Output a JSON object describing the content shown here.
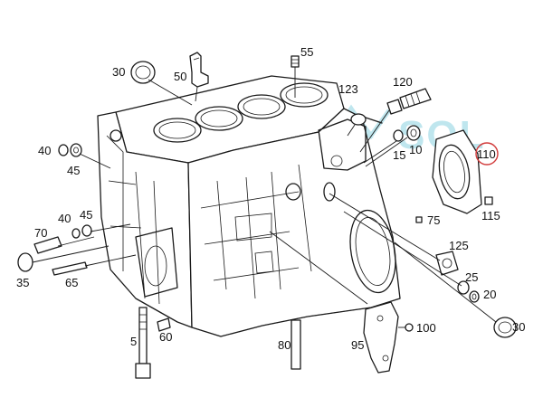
{
  "colors": {
    "line": "#1a1a1a",
    "watermark": "#bfe6ee",
    "highlight": "#d23c3c"
  },
  "watermark": {
    "text": "SOL",
    "icon": "sol-logo-icon"
  },
  "highlighted_part": "110",
  "callouts": [
    {
      "id": "30a",
      "label": "30"
    },
    {
      "id": "50",
      "label": "50"
    },
    {
      "id": "55",
      "label": "55"
    },
    {
      "id": "123",
      "label": "123"
    },
    {
      "id": "120",
      "label": "120"
    },
    {
      "id": "15",
      "label": "15"
    },
    {
      "id": "10",
      "label": "10"
    },
    {
      "id": "110",
      "label": "110"
    },
    {
      "id": "40a",
      "label": "40"
    },
    {
      "id": "45a",
      "label": "45"
    },
    {
      "id": "115",
      "label": "115"
    },
    {
      "id": "75",
      "label": "75"
    },
    {
      "id": "70",
      "label": "70"
    },
    {
      "id": "40b",
      "label": "40"
    },
    {
      "id": "45b",
      "label": "45"
    },
    {
      "id": "125",
      "label": "125"
    },
    {
      "id": "25",
      "label": "25"
    },
    {
      "id": "20",
      "label": "20"
    },
    {
      "id": "35",
      "label": "35"
    },
    {
      "id": "65",
      "label": "65"
    },
    {
      "id": "30b",
      "label": "30"
    },
    {
      "id": "100",
      "label": "100"
    },
    {
      "id": "5",
      "label": "5"
    },
    {
      "id": "60",
      "label": "60"
    },
    {
      "id": "80",
      "label": "80"
    },
    {
      "id": "95",
      "label": "95"
    }
  ]
}
